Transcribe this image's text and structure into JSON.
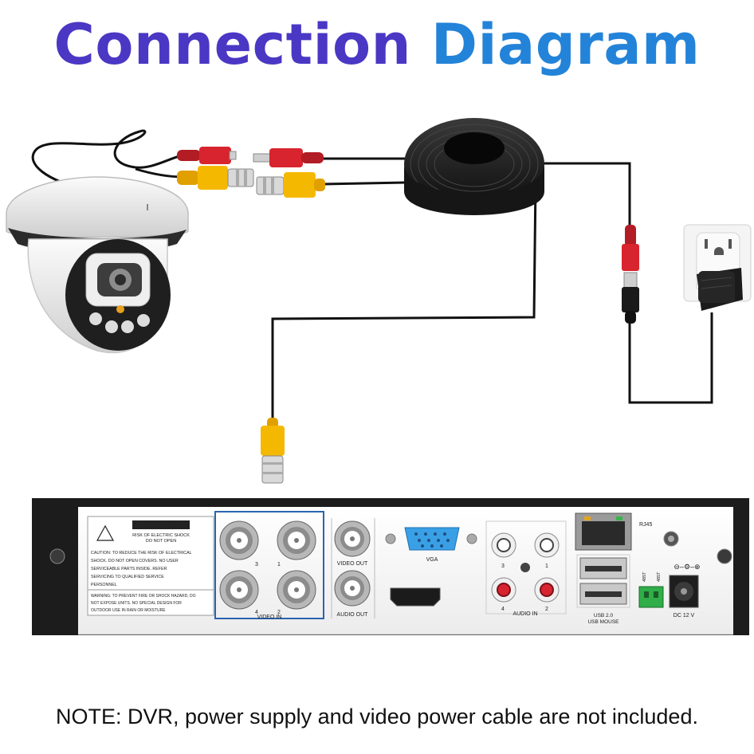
{
  "title": {
    "word1": "Connection",
    "word2": "Diagram"
  },
  "colors": {
    "title_primary": "#4a37c4",
    "title_secondary": "#2383d9",
    "bnc_yellow": "#f5b800",
    "power_red": "#d8242e",
    "cable_black": "#111111",
    "panel_highlight": "#2a64b0"
  },
  "dvr": {
    "caution": {
      "heading": "CAUTION",
      "sub1": "RISK OF ELECTRIC SHOCK",
      "sub2": "DO NOT OPEN",
      "text1": "CAUTION: TO REDUCE THE RISK OF ELECTRICAL",
      "text2": "SHOCK. DO NOT OPEN COVERS. NO USER",
      "text3": "SERVICEABLE PARTS INSIDE. REFER",
      "text4": "SERVICING TO QUALIFIED SERVICE",
      "text5": "PERSONNEL",
      "warn1": "WARNING: TO PREVENT FIRE OR SHOCK HAZARD, DO",
      "warn2": "NOT EXPOSE UNITS. NO SPECIAL DESIGN FOR",
      "warn3": "OUTDOOR USE IN RAIN OR MOISTURE"
    },
    "video_in": {
      "label": "VIDEO IN",
      "ch1": "1",
      "ch2": "2",
      "ch3": "3",
      "ch4": "4"
    },
    "video_out": "VIDEO OUT",
    "audio_out": "AUDIO OUT",
    "vga": "VGA",
    "audio_in": {
      "label": "AUDIO IN",
      "ch1": "1",
      "ch2": "2",
      "ch3": "3",
      "ch4": "4"
    },
    "rj45": "RJ45",
    "usb": "USB 2.0",
    "usb_mouse": "USB MOUSE",
    "rs485_a": "485T",
    "rs485_b": "485T",
    "dc": "DC 12 V"
  },
  "note": "NOTE: DVR, power supply and video power cable are not included."
}
